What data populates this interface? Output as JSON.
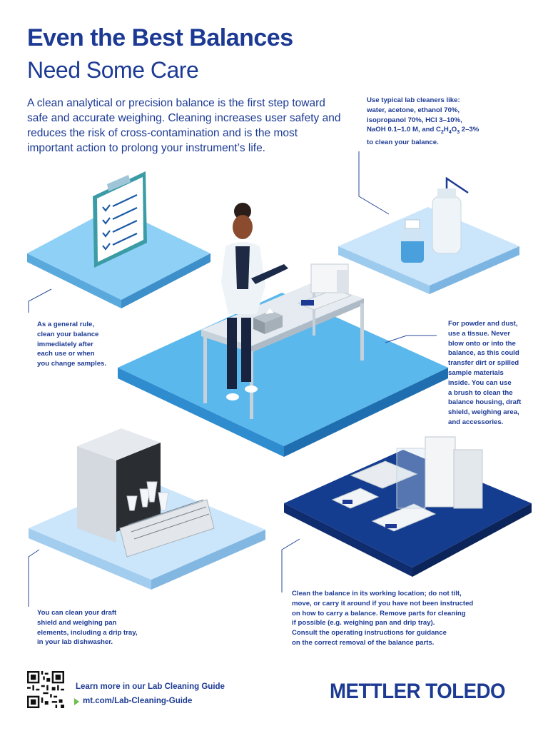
{
  "header": {
    "title_bold": "Even the Best Balances",
    "title_light": "Need Some Care"
  },
  "intro": "A clean analytical or precision balance is the first step toward safe and accurate weighing. Cleaning increases user safety and reduces the risk of cross-contamination and is the most important action to prolong your instrument’s life.",
  "notes": {
    "cleaners_line1": "Use typical lab cleaners like:",
    "cleaners_line2": "water, acetone, ethanol 70%,",
    "cleaners_line3": "isopropanol 70%, HCl 3–10%,",
    "cleaners_line4a": "NaOH 0.1–1.0 M, and C",
    "cleaners_sub1": "2",
    "cleaners_mid1": "H",
    "cleaners_sub2": "4",
    "cleaners_mid2": "O",
    "cleaners_sub3": "3",
    "cleaners_line4b": " 2–3%",
    "cleaners_line5": "to clean your balance.",
    "general_rule": [
      "As a general rule,",
      "clean your balance",
      "immediately after",
      "each use or when",
      "you change samples."
    ],
    "powder": [
      "For powder and dust,",
      "use a tissue. Never",
      "blow onto or into the",
      "balance, as this could",
      "transfer dirt or spilled",
      "sample materials",
      "inside. You can use",
      "a brush to clean the",
      "balance housing, draft",
      "shield, weighing area,",
      "and accessories."
    ],
    "dishwasher": [
      "You can clean your draft",
      "shield and weighing pan",
      "elements, including a drip tray,",
      "in your lab dishwasher."
    ],
    "location": [
      "Clean the balance in its working location; do not tilt,",
      "move, or carry it around if you have not been instructed",
      "on how to carry a balance. Remove parts for cleaning",
      "if possible (e.g. weighing pan and drip tray).",
      "Consult the operating instructions for guidance",
      "on the correct removal of the balance parts."
    ]
  },
  "footer": {
    "cta": "Learn more in our Lab Cleaning Guide",
    "url": "mt.com/Lab-Cleaning-Guide",
    "logo": "METTLER TOLEDO"
  },
  "colors": {
    "brand_blue": "#1c3a94",
    "platform_light": "#cfe6fb",
    "platform_mid": "#5bb8ec",
    "platform_dark": "#123a8c",
    "accent_green": "#6cc04a"
  }
}
